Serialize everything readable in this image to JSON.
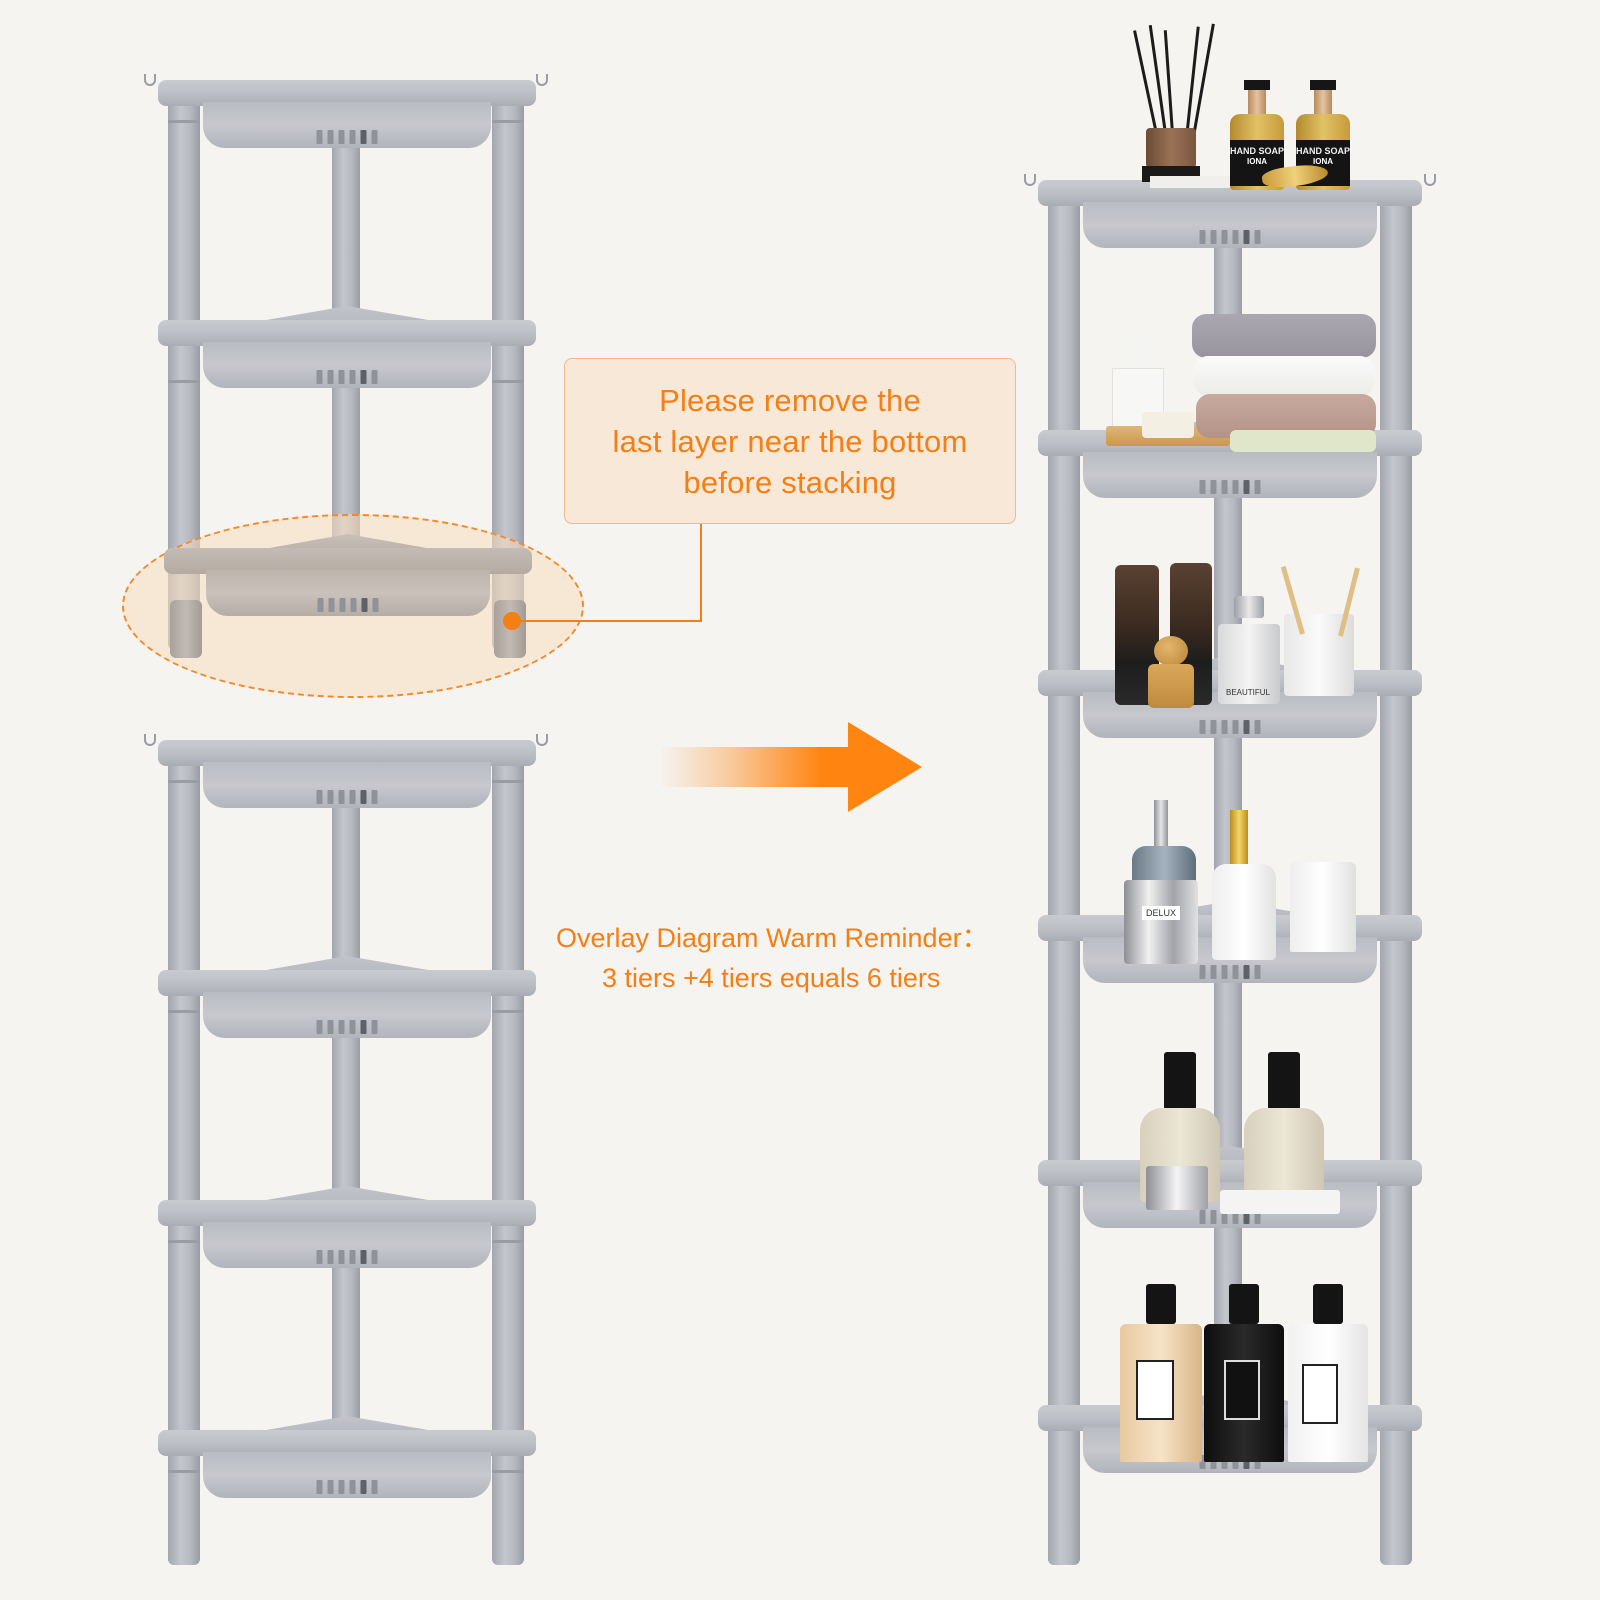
{
  "callout": {
    "text": "Please remove the\nlast layer near the bottom\nbefore stacking",
    "accent_color": "#f47f14",
    "box_fill": "#f8e8d8"
  },
  "reminder": {
    "line1": "Overlay Diagram Warm Reminder：",
    "line2": "3 tiers +4 tiers equals 6 tiers"
  },
  "arrow": {
    "direction": "right",
    "color": "#ff8410"
  },
  "units": {
    "top_left": {
      "tiers": 3,
      "note": "bottom tier highlighted for removal"
    },
    "bottom_left": {
      "tiers": 4
    },
    "right": {
      "tiers": 6
    }
  },
  "products": {
    "tier1": {
      "soap_label_1": "HAND SOAP",
      "soap_label_2": "HAND SOAP",
      "brand": "IONA"
    },
    "tier3": {
      "bottle_label": "BEAUTIFUL"
    },
    "tier4": {
      "candle_label": "DELUX"
    }
  },
  "colors": {
    "background": "#f5f4f1",
    "shelf_gray": "#b9bcc2",
    "orange": "#f47f14"
  }
}
